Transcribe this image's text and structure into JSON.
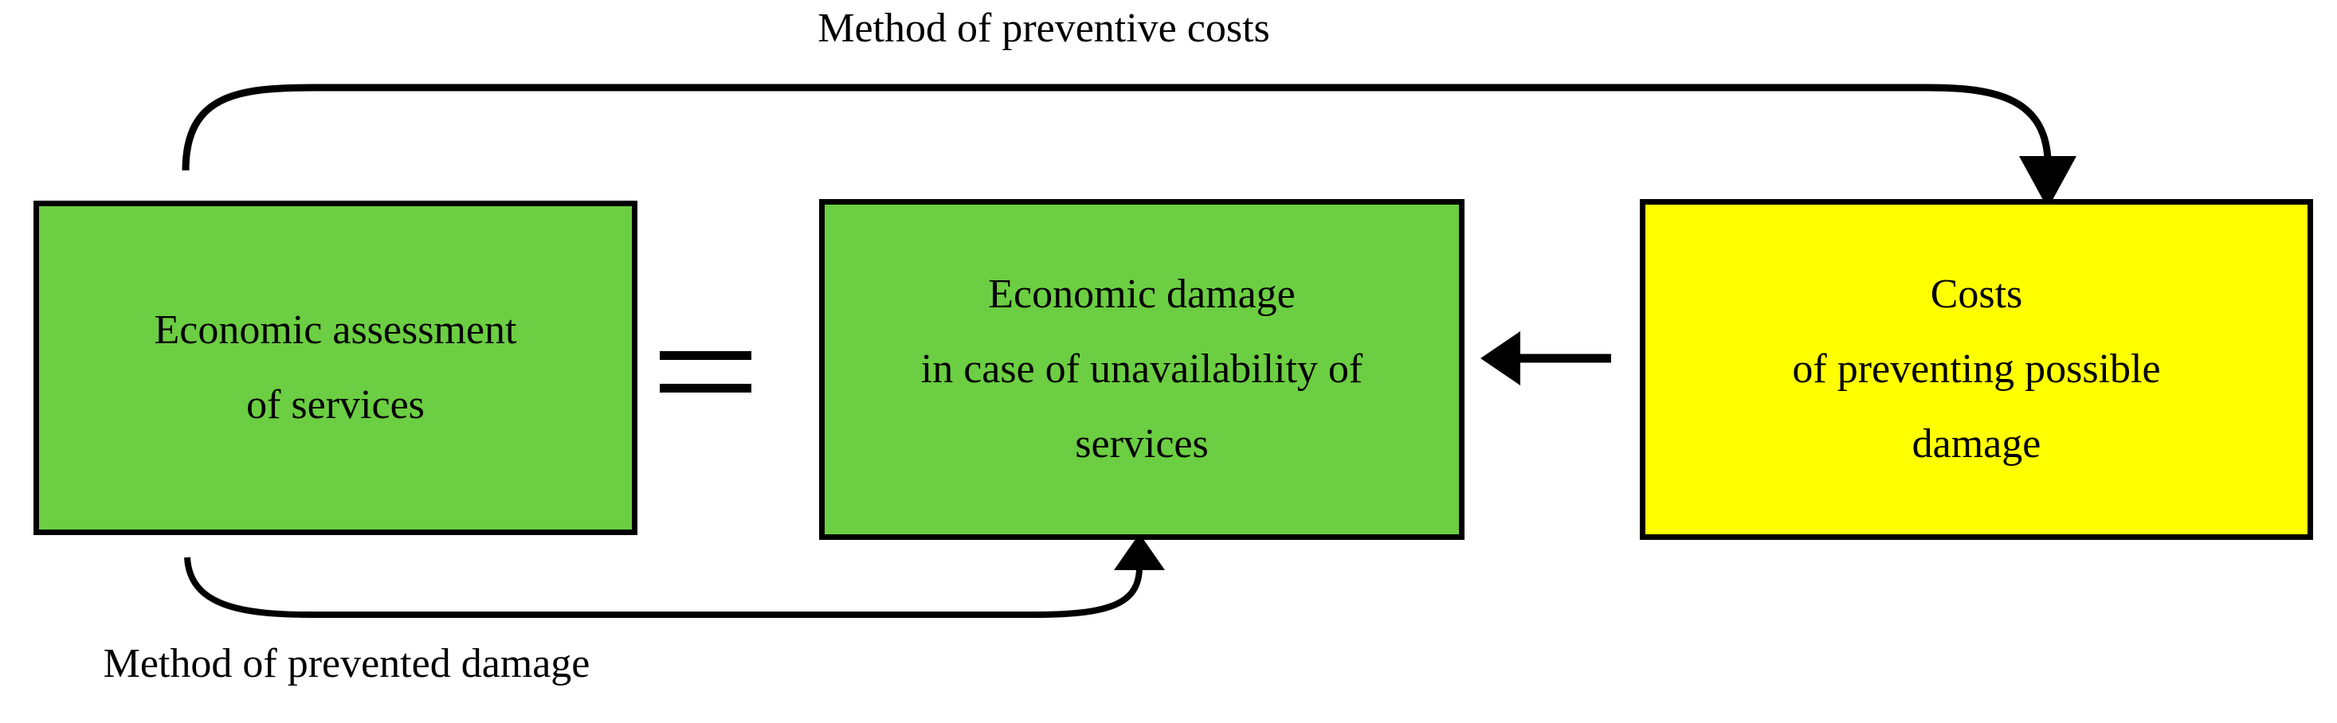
{
  "diagram": {
    "title_top": "Method of preventive costs",
    "title_bottom": "Method of prevented damage",
    "background_color": "#FFFFFF",
    "stroke_color": "#000000",
    "nodes": [
      {
        "id": "economic-assessment",
        "fill": "#6CCE42",
        "lines": [
          "Economic assessment",
          "of services"
        ]
      },
      {
        "id": "economic-damage",
        "fill": "#6CCE42",
        "lines": [
          "Economic damage",
          "in case of unavailability of",
          "services"
        ]
      },
      {
        "id": "costs-of-preventing",
        "fill": "#FFFF00",
        "lines": [
          "Costs",
          "of preventing possible",
          "damage"
        ]
      }
    ],
    "operators": {
      "equals": "="
    },
    "edges": [
      {
        "id": "preventive-costs-edge",
        "label": "Method of preventive costs",
        "from": "economic-assessment",
        "to": "costs-of-preventing",
        "style": "curved",
        "arrowhead": "down"
      },
      {
        "id": "costs-to-damage-edge",
        "label": "",
        "from": "costs-of-preventing",
        "to": "economic-damage",
        "style": "straight",
        "arrowhead": "left"
      },
      {
        "id": "prevented-damage-edge",
        "label": "Method of prevented damage",
        "from": "economic-assessment",
        "to": "economic-damage",
        "style": "curved",
        "arrowhead": "up"
      }
    ]
  }
}
